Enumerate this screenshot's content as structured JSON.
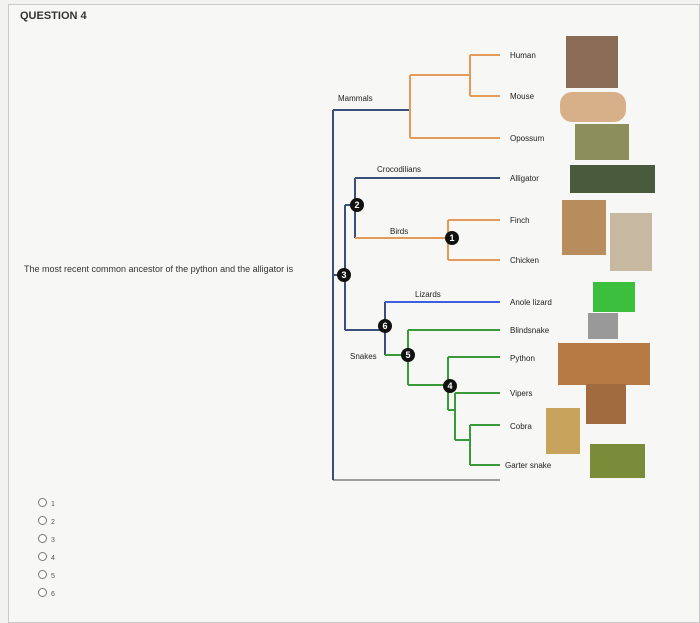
{
  "question": {
    "title": "QUESTION 4",
    "text": "The most recent common ancestor of the python and the alligator is",
    "options": [
      "1",
      "2",
      "3",
      "4",
      "5",
      "6"
    ]
  },
  "tree": {
    "taxa": [
      "Human",
      "Mouse",
      "Opossum",
      "Alligator",
      "Finch",
      "Chicken",
      "Anole lizard",
      "Blindsnake",
      "Python",
      "Vipers",
      "Cobra",
      "Garter snake"
    ],
    "clade_labels": {
      "mammals": "Mammals",
      "crocodilians": "Crocodilians",
      "birds": "Birds",
      "lizards": "Lizards",
      "snakes": "Snakes"
    },
    "nodes": [
      "1",
      "2",
      "3",
      "4",
      "5",
      "6"
    ],
    "colors": {
      "mammals": "#e39a5a",
      "crocodilians": "#3a4f7a",
      "birds": "#e39a5a",
      "lizards": "#3d5fe0",
      "blindsnake": "#3a9a3a",
      "snakes": "#3a9a3a",
      "root": "#3a4f7a"
    }
  }
}
